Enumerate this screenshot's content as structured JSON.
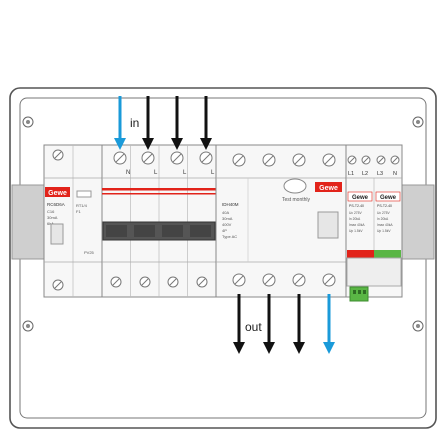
{
  "labels": {
    "in": "in",
    "out": "out"
  },
  "brand": {
    "name": "Gewe",
    "color": "#e2231a"
  },
  "colors": {
    "neutral_wire": "#1a9ad9",
    "phase_wire": "#111111",
    "din_rail": "#d9d9d9",
    "enclosure_stroke": "#555555",
    "spd_green": "#5ab645",
    "spd_red": "#e2231a"
  },
  "modules": {
    "rcbo_model": "RC6D6A",
    "rcbo_spec1": "C16",
    "rcbo_spec2": "30mA",
    "rcbo_spec3": "6kA",
    "rcbo_side1": "RT1/4",
    "rcbo_side2": "F1",
    "rcbo_bottom": "PV25",
    "mcb_terminals": [
      "N",
      "L",
      "L",
      "L"
    ],
    "rcd_model": "IDH40M",
    "rcd_spec": [
      "40A",
      "30mA",
      "400V",
      "4P",
      "Type AC"
    ],
    "test_label": "Test monthly",
    "spd_terminals": [
      "L1",
      "L2",
      "L3",
      "N"
    ],
    "spd_model": "PS-T2-40",
    "spd_specs": [
      "Uc 275V",
      "In 20kA",
      "Imax 40kA",
      "Up 1.5kV"
    ]
  }
}
